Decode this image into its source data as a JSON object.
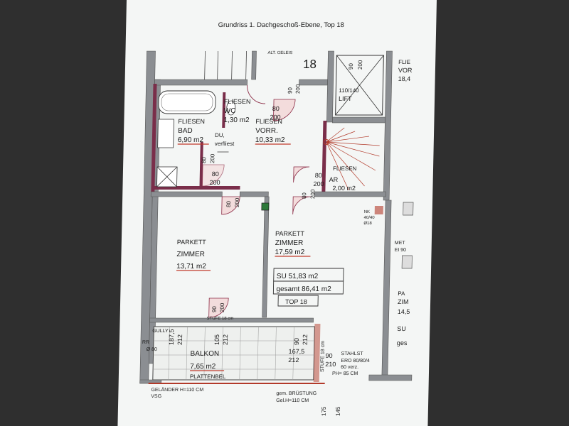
{
  "title": "Grundriss 1. Dachgeschoß-Ebene, Top 18",
  "top_number": "18",
  "stair_top": "ALT. GELEIS",
  "rooms": {
    "bad": {
      "floor": "FLIESEN",
      "name": "BAD",
      "area": "6,90 m2"
    },
    "wc": {
      "floor": "FLIESEN",
      "name": "WC",
      "area": "1,30 m2"
    },
    "vorr": {
      "floor": "FLIESEN",
      "name": "VORR.",
      "area": "10,33 m2"
    },
    "ar": {
      "floor": "FLIESEN",
      "name": "AR",
      "area": "2,00 m2"
    },
    "zimmer1": {
      "floor": "PARKETT",
      "name": "ZIMMER",
      "area": "13,71 m2"
    },
    "zimmer2": {
      "floor": "PARKETT",
      "name": "ZIMMER",
      "area": "17,59 m2"
    },
    "balkon": {
      "name": "BALKON",
      "area": "7,65 m2",
      "floor": "PLATTENBEL"
    }
  },
  "summary": {
    "su": "SU 51,83 m2",
    "gesamt": "gesamt 86,41 m2",
    "top": "TOP 18"
  },
  "lift": {
    "dims": "110/140",
    "label": "LIFT"
  },
  "shower": {
    "line1": "DU,",
    "line2": "verfliest"
  },
  "door_dims": {
    "top": [
      "90",
      "200"
    ],
    "lift": [
      "90",
      "200"
    ],
    "wc": [
      "80",
      "200"
    ],
    "bad_side": [
      "80",
      "200"
    ],
    "bad_bottom": [
      "80",
      "200"
    ],
    "z1": [
      "80",
      "200"
    ],
    "ar": [
      "80",
      "200"
    ],
    "z2": [
      "80",
      "200"
    ],
    "z1_bottom": [
      "90",
      "200"
    ]
  },
  "balcony": {
    "stufe": "STUFE 18 cm",
    "gully": "GULLY",
    "rr": "RR",
    "phi80": "Ø 80",
    "w1": [
      "187,5",
      "212"
    ],
    "w2": [
      "105",
      "212"
    ],
    "w3": [
      "90",
      "212"
    ],
    "w4": [
      "167,5",
      "212"
    ],
    "stufe_side": "STUFE 18 cm",
    "w5": [
      "90",
      "210"
    ],
    "stahlst": "STAHLST",
    "ero": "ERO 80/80/4",
    "verzinkt": "60 verz.",
    "ph": "PH= 85 CM",
    "gelaender": "GELÄNDER H=110 CM",
    "vsg": "VSG",
    "bruestung1": "gem. BRÜSTUNG",
    "bruestung2": "Gel.H=110 CM",
    "bottom_dims": [
      "175",
      "145"
    ]
  },
  "right_side": {
    "flie": "FLIE",
    "vor": "VOR",
    "vor_area": "18,4",
    "met": "MET",
    "ei90": "EI 90",
    "nk1": "NK",
    "nk2": "40/40",
    "nk3": "Ø18",
    "pa": "PA",
    "zim": "ZIM",
    "zim_area": "14,5",
    "su": "SU",
    "gs": "ges"
  }
}
